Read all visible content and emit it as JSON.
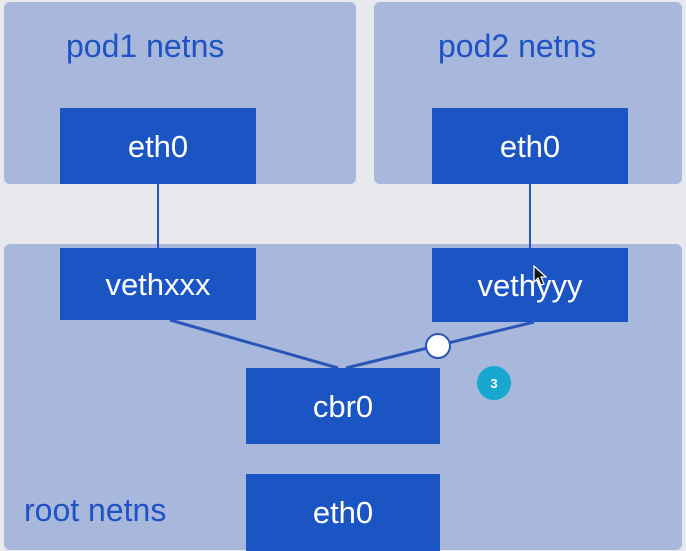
{
  "pod1": {
    "title": "pod1 netns",
    "iface": "eth0",
    "veth": "vethxxx"
  },
  "pod2": {
    "title": "pod2 netns",
    "iface": "eth0",
    "veth": "vethyyy"
  },
  "root": {
    "title": "root netns",
    "bridge": "cbr0",
    "iface": "eth0"
  },
  "step_badge": "3",
  "colors": {
    "panel": "#a7b8dc",
    "box": "#1b55c4",
    "title_text": "#1f52c5",
    "badge": "#17a7cf",
    "background": "#e8e9ec"
  }
}
